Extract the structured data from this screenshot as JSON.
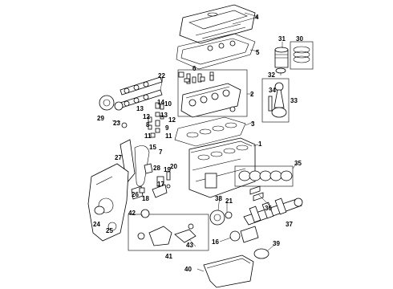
{
  "diagram": {
    "callouts": [
      "1",
      "2",
      "3",
      "4",
      "5",
      "6",
      "7",
      "8",
      "9",
      "10",
      "11",
      "12",
      "13",
      "14",
      "15",
      "16",
      "17",
      "18",
      "19",
      "20",
      "21",
      "22",
      "23",
      "24",
      "25",
      "26",
      "27",
      "28",
      "29",
      "30",
      "31",
      "32",
      "33",
      "34",
      "35",
      "36",
      "37",
      "38",
      "39",
      "40",
      "41",
      "42",
      "43"
    ],
    "part_icons": [
      "valve-cover",
      "cylinder-head",
      "camshaft",
      "timing-chain",
      "engine-block",
      "crankshaft",
      "oil-pan",
      "oil-pump",
      "piston",
      "piston-rings",
      "connecting-rod",
      "main-bearings",
      "harmonic-balancer",
      "timing-cover",
      "water-pump"
    ]
  }
}
